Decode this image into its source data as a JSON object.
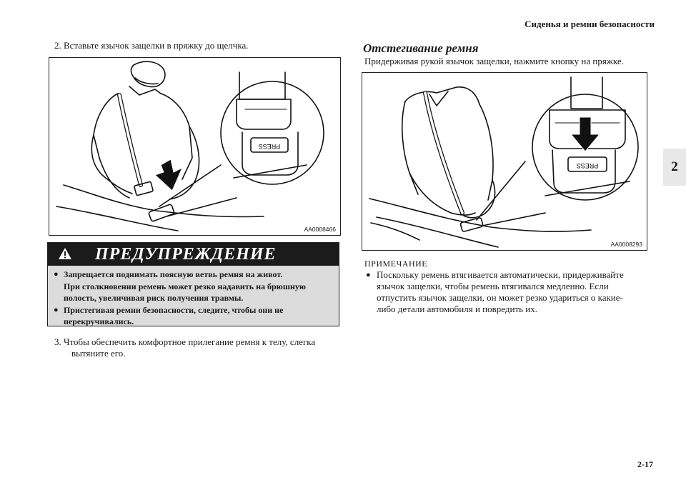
{
  "header": {
    "section_title": "Сиденья и ремни безопасности",
    "chapter_tab": "2"
  },
  "left_column": {
    "step2": "2.  Вставьте язычок защелки в пряжку до щелчка.",
    "figure1": {
      "code": "AA0008466",
      "press_label": "PRESS"
    },
    "warning": {
      "title": "ПРЕДУПРЕЖДЕНИЕ",
      "icon": "warning-triangle-icon",
      "items": [
        {
          "bullet": "●",
          "lines": [
            "Запрещается поднимать поясную ветвь ремня на живот.",
            "При столкновении ремень может резко надавить на брюшную",
            "полость, увеличивая риск получения травмы."
          ]
        },
        {
          "bullet": "●",
          "lines": [
            "Пристегивая ремни безопасности, следите, чтобы они не",
            "перекручивались."
          ]
        }
      ]
    },
    "step3_lines": [
      "3.  Чтобы обеспечить комфортное прилегание ремня к телу, слегка",
      "вытяните его."
    ]
  },
  "right_column": {
    "heading": "Отстегивание ремня",
    "intro": "Придерживая рукой язычок защелки, нажмите кнопку на пряжке.",
    "figure2": {
      "code": "AA0008293",
      "press_label": "PRESS"
    },
    "note": {
      "label": "ПРИМЕЧАНИЕ",
      "bullet": "●",
      "lines": [
        "Поскольку ремень втягивается автоматически, придерживайте",
        "язычок защелки, чтобы ремень втягивался медленно. Если",
        "отпустить язычок защелки, он может резко удариться о какие-",
        "либо детали автомобиля и повредить их."
      ]
    }
  },
  "footer": {
    "page_number": "2-17"
  }
}
